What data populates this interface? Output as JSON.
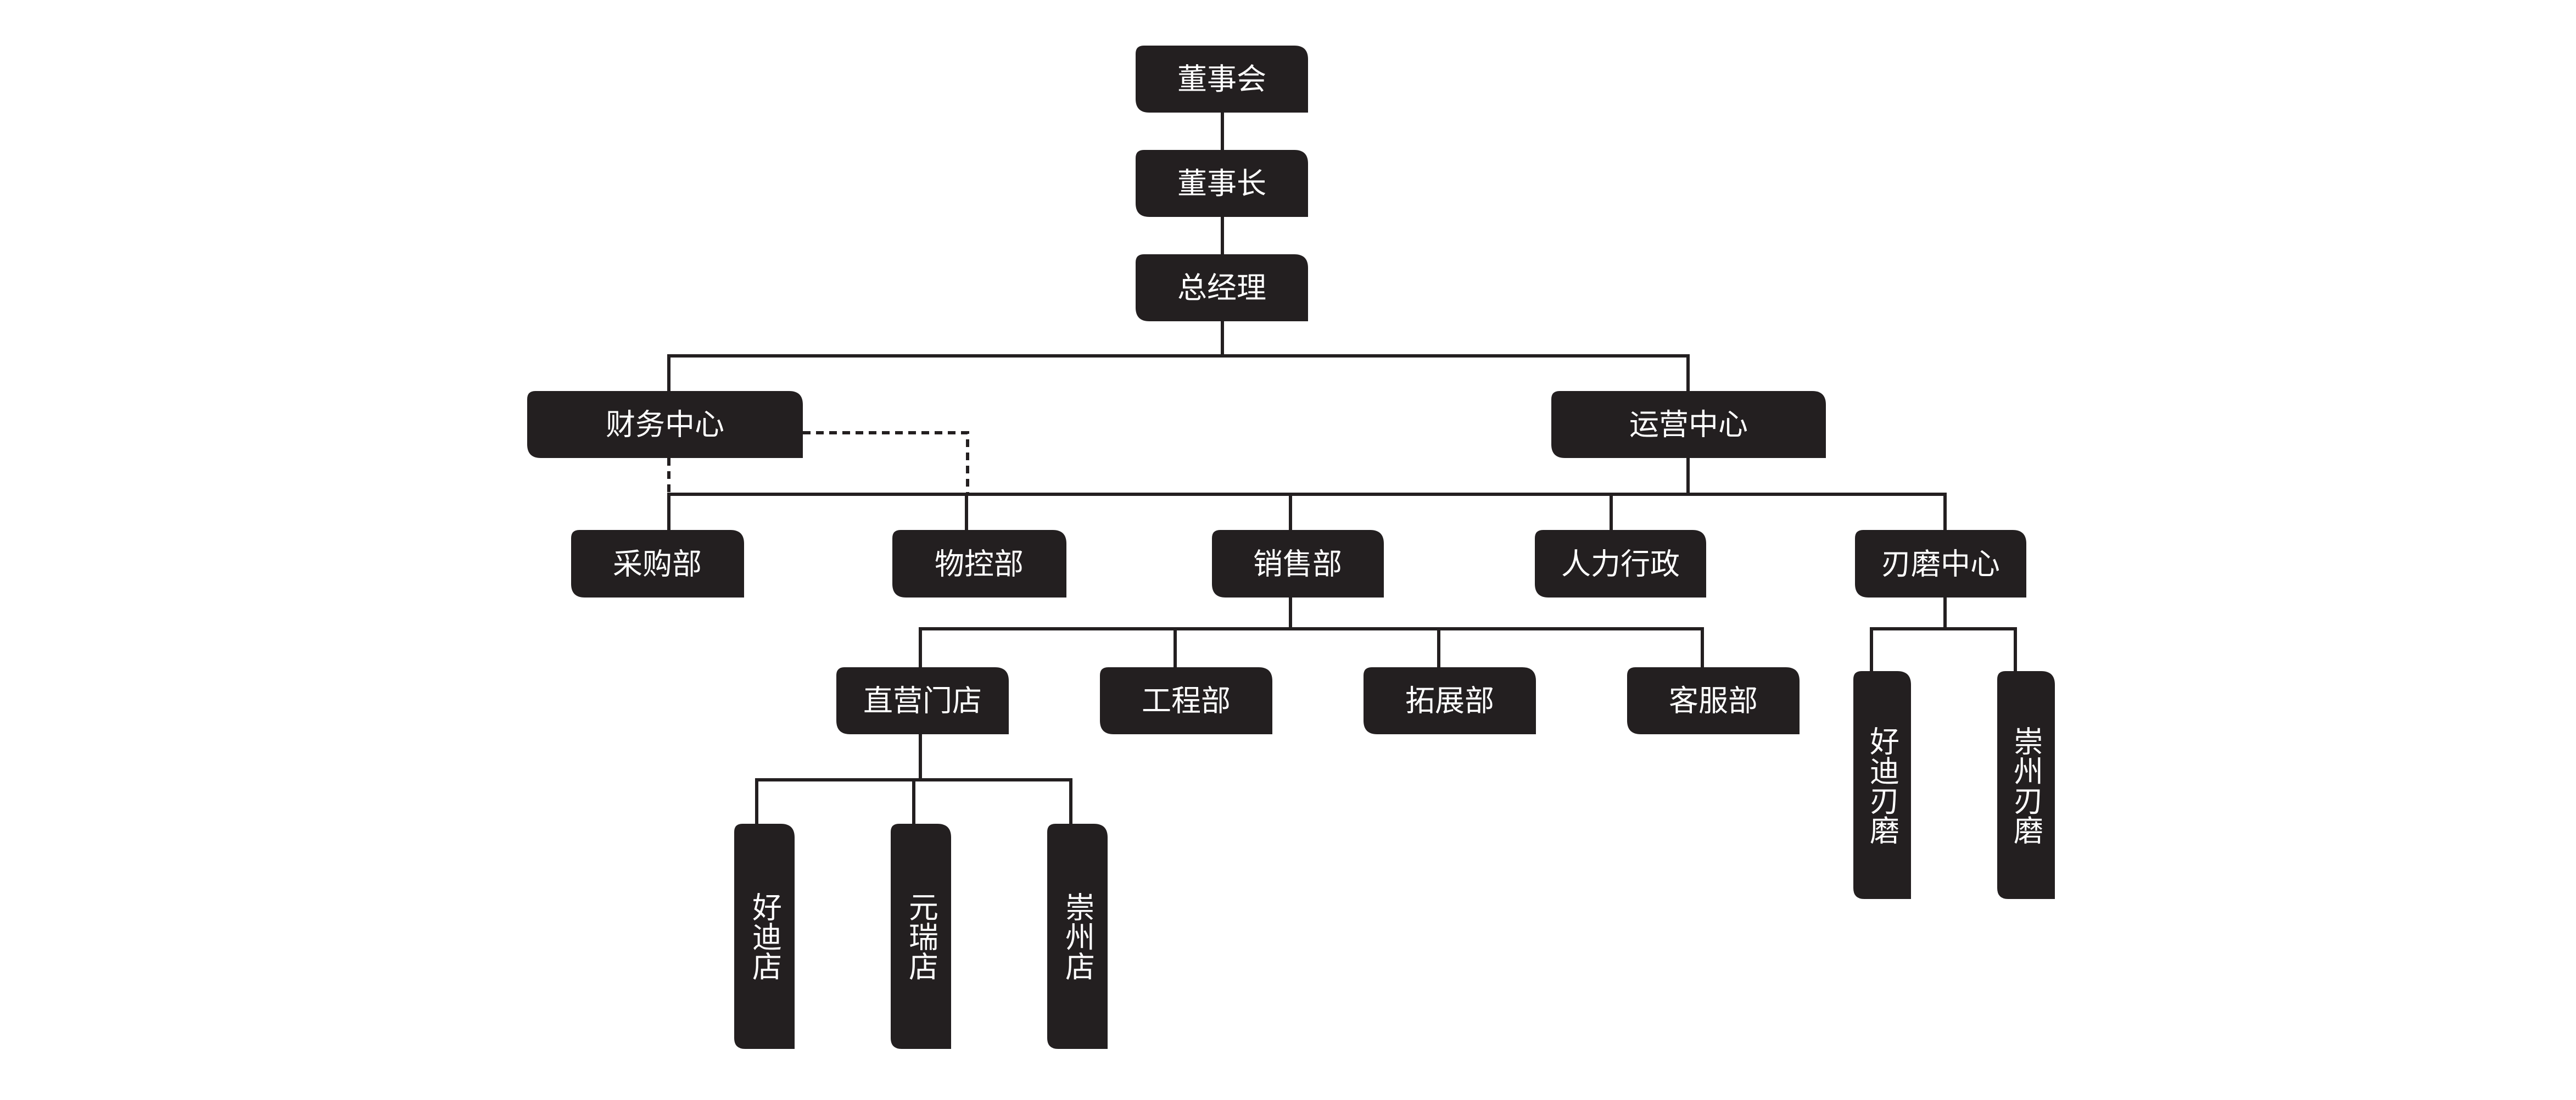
{
  "nodes": {
    "board": "董事会",
    "chairman": "董事长",
    "general_manager": "总经理",
    "finance_center": "财务中心",
    "operations_center": "运营中心",
    "purchasing": "采购部",
    "material_control": "物控部",
    "sales": "销售部",
    "hr_admin": "人力行政",
    "blade_center": "刃磨中心",
    "direct_stores": "直营门店",
    "engineering": "工程部",
    "expansion": "拓展部",
    "customer_service": "客服部",
    "blade_haodi": "好迪刃磨",
    "blade_chongzhou": "崇州刃磨",
    "store_haodi": "好迪店",
    "store_yuanrui": "元瑞店",
    "store_chongzhou": "崇州店"
  },
  "colors": {
    "node_fill": "#231f20",
    "node_text": "#ffffff",
    "line": "#231f20"
  }
}
